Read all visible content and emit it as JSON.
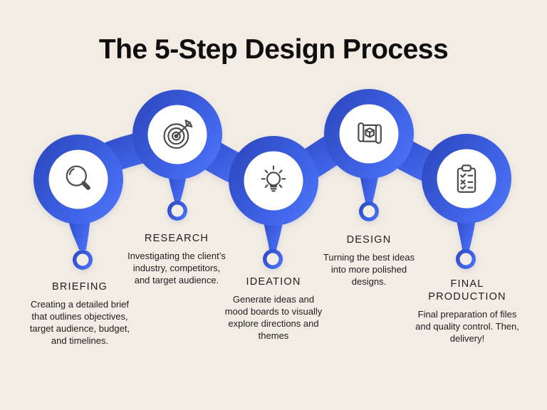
{
  "title": "The 5-Step Design Process",
  "colors": {
    "background": "#f2ece4",
    "blob_dark": "#2a45b8",
    "blob_mid": "#3a5cdd",
    "blob_light": "#4a70f4",
    "icon_stroke": "#4c4c4a",
    "text": "#1e1e1e"
  },
  "steps": [
    {
      "title": "BRIEFING",
      "icon": "magnifier-icon",
      "description": "Creating a detailed brief that outlines objectives, target audience, budget, and timelines."
    },
    {
      "title": "RESEARCH",
      "icon": "target-icon",
      "description": "Investigating the client’s industry, competitors, and target audience."
    },
    {
      "title": "IDEATION",
      "icon": "lightbulb-icon",
      "description": "Generate ideas and mood boards to visually explore directions and themes"
    },
    {
      "title": "DESIGN",
      "icon": "blueprint-icon",
      "description": "Turning the best ideas into more polished designs."
    },
    {
      "title": "FINAL PRODUCTION",
      "icon": "checklist-icon",
      "description": "Final preparation of files and quality control. Then, delivery!"
    }
  ]
}
